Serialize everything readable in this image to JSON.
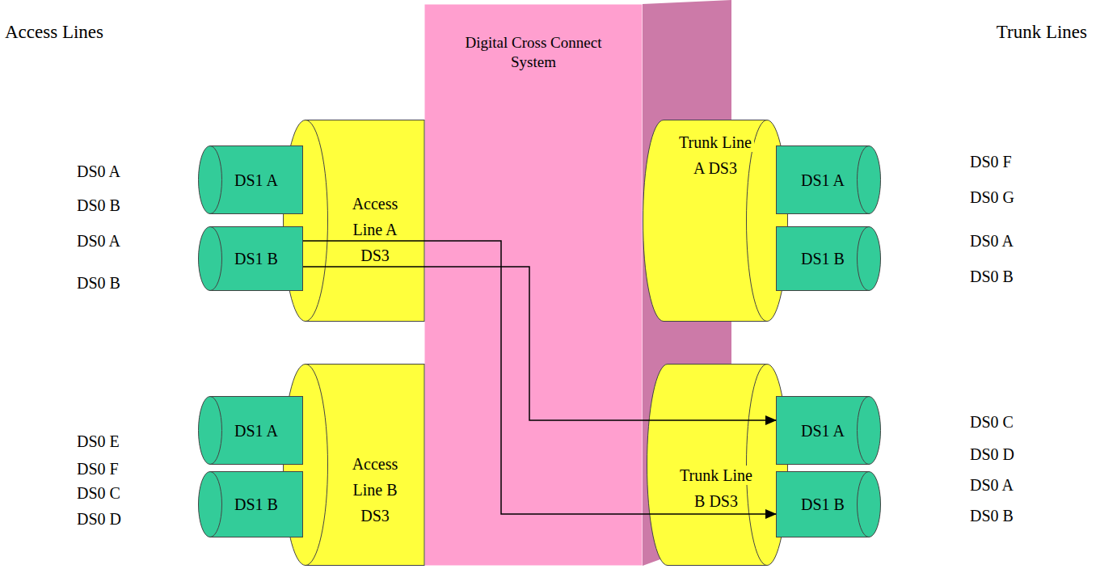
{
  "diagram": {
    "nodes": [
      {
        "text": [
          "Digital Cross Connect System"
        ]
      },
      {
        "text": [
          "Access Line A DS3"
        ]
      },
      {
        "text": [
          "DS1 A"
        ],
        "in": 1
      },
      {
        "text": [
          "DS1 B"
        ],
        "in": 1
      },
      {
        "text": [
          "Trunk Line A DS3"
        ]
      },
      {
        "text": [
          "DS1 A"
        ],
        "in": 4
      },
      {
        "text": [
          "DS1 B"
        ],
        "in": 4
      },
      {
        "text": [
          "Access Line B DS3"
        ]
      },
      {
        "text": [
          "DS1 A"
        ],
        "in": 7
      },
      {
        "text": [
          "DS1 B"
        ],
        "in": 7
      },
      {
        "text": [
          "Trunk Line B DS3"
        ]
      },
      {
        "text": [
          "DS1 A"
        ],
        "in": 10
      },
      {
        "text": [
          "DS1 B"
        ],
        "in": 10
      }
    ],
    "edges": [
      {
        "from": 3,
        "to": 12,
        "arrow": "to"
      },
      {
        "from": 3,
        "to": 11,
        "arrow": "to"
      }
    ],
    "labels": [
      "Access Lines",
      "Trunk Lines",
      "DS0 A",
      "DS0 B",
      "DS0 A",
      "DS0 B",
      "DS0 E",
      "DS0 F",
      "DS0 C",
      "DS0 D",
      "DS0 F",
      "DS0 G",
      "DS0 A",
      "DS0 B",
      "DS0 C",
      "DS0 D",
      "DS0 A",
      "DS0 B"
    ]
  }
}
